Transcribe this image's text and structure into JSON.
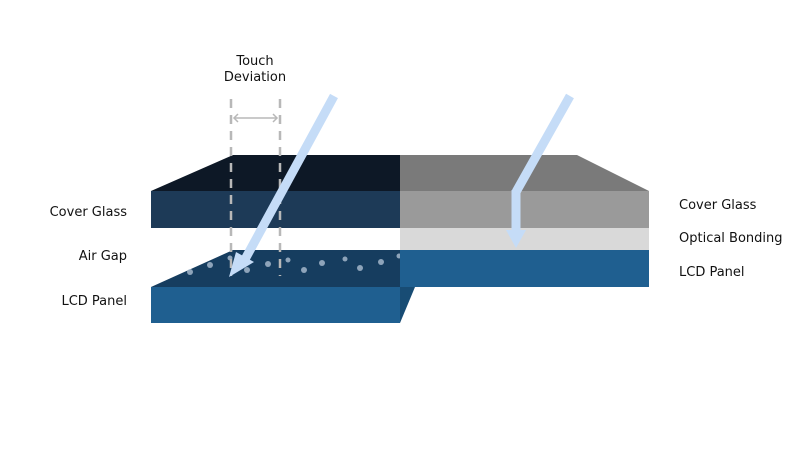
{
  "labels": {
    "touch_deviation_line1": "Touch",
    "touch_deviation_line2": "Deviation",
    "left": {
      "cover_glass": "Cover Glass",
      "air_gap": "Air Gap",
      "lcd_panel": "LCD Panel"
    },
    "right": {
      "cover_glass": "Cover Glass",
      "optical_bonding": "Optical Bonding",
      "lcd_panel": "LCD Panel"
    }
  },
  "colors": {
    "left_cover_top": "#0d1826",
    "left_cover_front": "#1d3a57",
    "left_lcd_top": "#163d5f",
    "left_lcd_front": "#1f5f90",
    "left_lcd_side": "#184c74",
    "right_cover_top": "#7a7a7a",
    "right_cover_front": "#9a9a9a",
    "right_bonding": "#d9d9d9",
    "right_lcd_front": "#1f5f90",
    "arrow": "#c5dcf7",
    "dashed_line": "#b8b8b8",
    "bubble": "#b7c7d8"
  }
}
